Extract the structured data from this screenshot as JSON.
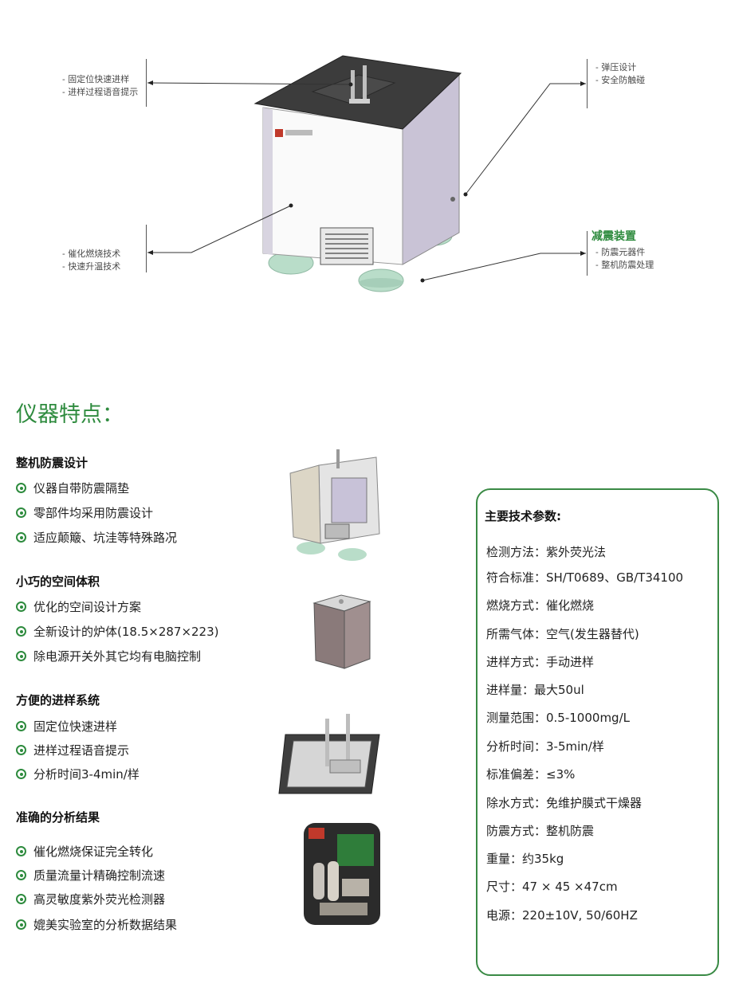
{
  "callouts": {
    "top_left": [
      "- 固定位快速进样",
      "- 进样过程语音提示"
    ],
    "top_right": [
      "- 弹压设计",
      "- 安全防触碰"
    ],
    "bottom_left": [
      "- 催化燃烧技术",
      "- 快速升温技术"
    ],
    "bottom_right_title": "减震装置",
    "bottom_right": [
      "- 防震元器件",
      "- 整机防震处理"
    ]
  },
  "features_title": "仪器特点：",
  "sections": [
    {
      "title": "整机防震设计",
      "items": [
        "仪器自带防震隔垫",
        "零部件均采用防震设计",
        "适应颠簸、坑洼等特殊路况"
      ]
    },
    {
      "title": "小巧的空间体积",
      "items": [
        "优化的空间设计方案",
        "全新设计的炉体(18.5×287×223)",
        "除电源开关外其它均有电脑控制"
      ]
    },
    {
      "title": "方便的进样系统",
      "items": [
        "固定位快速进样",
        "进样过程语音提示",
        "分析时间3-4min/样"
      ]
    },
    {
      "title": "准确的分析结果",
      "items": [
        "催化燃烧保证完全转化",
        "质量流量计精确控制流速",
        "高灵敏度紫外荧光检测器",
        "媲美实验室的分析数据结果"
      ]
    }
  ],
  "specs": {
    "title": "主要技术参数:",
    "rows": [
      "检测方法：紫外荧光法",
      "符合标准：SH/T0689、GB/T34100",
      "燃烧方式：催化燃烧",
      "所需气体：空气(发生器替代)",
      "进样方式：手动进样",
      "进样量：最大50ul",
      "测量范围：0.5-1000mg/L",
      "分析时间：3-5min/样",
      "标准偏差：≤3%",
      "除水方式：免维护膜式干燥器",
      "防震方式：整机防震",
      "重量：约35kg",
      "尺寸：47 × 45 ×47cm",
      "电源：220±10V, 50/60HZ"
    ]
  },
  "colors": {
    "accent_green": "#2e8b3e",
    "box_border": "#3a8a45"
  }
}
